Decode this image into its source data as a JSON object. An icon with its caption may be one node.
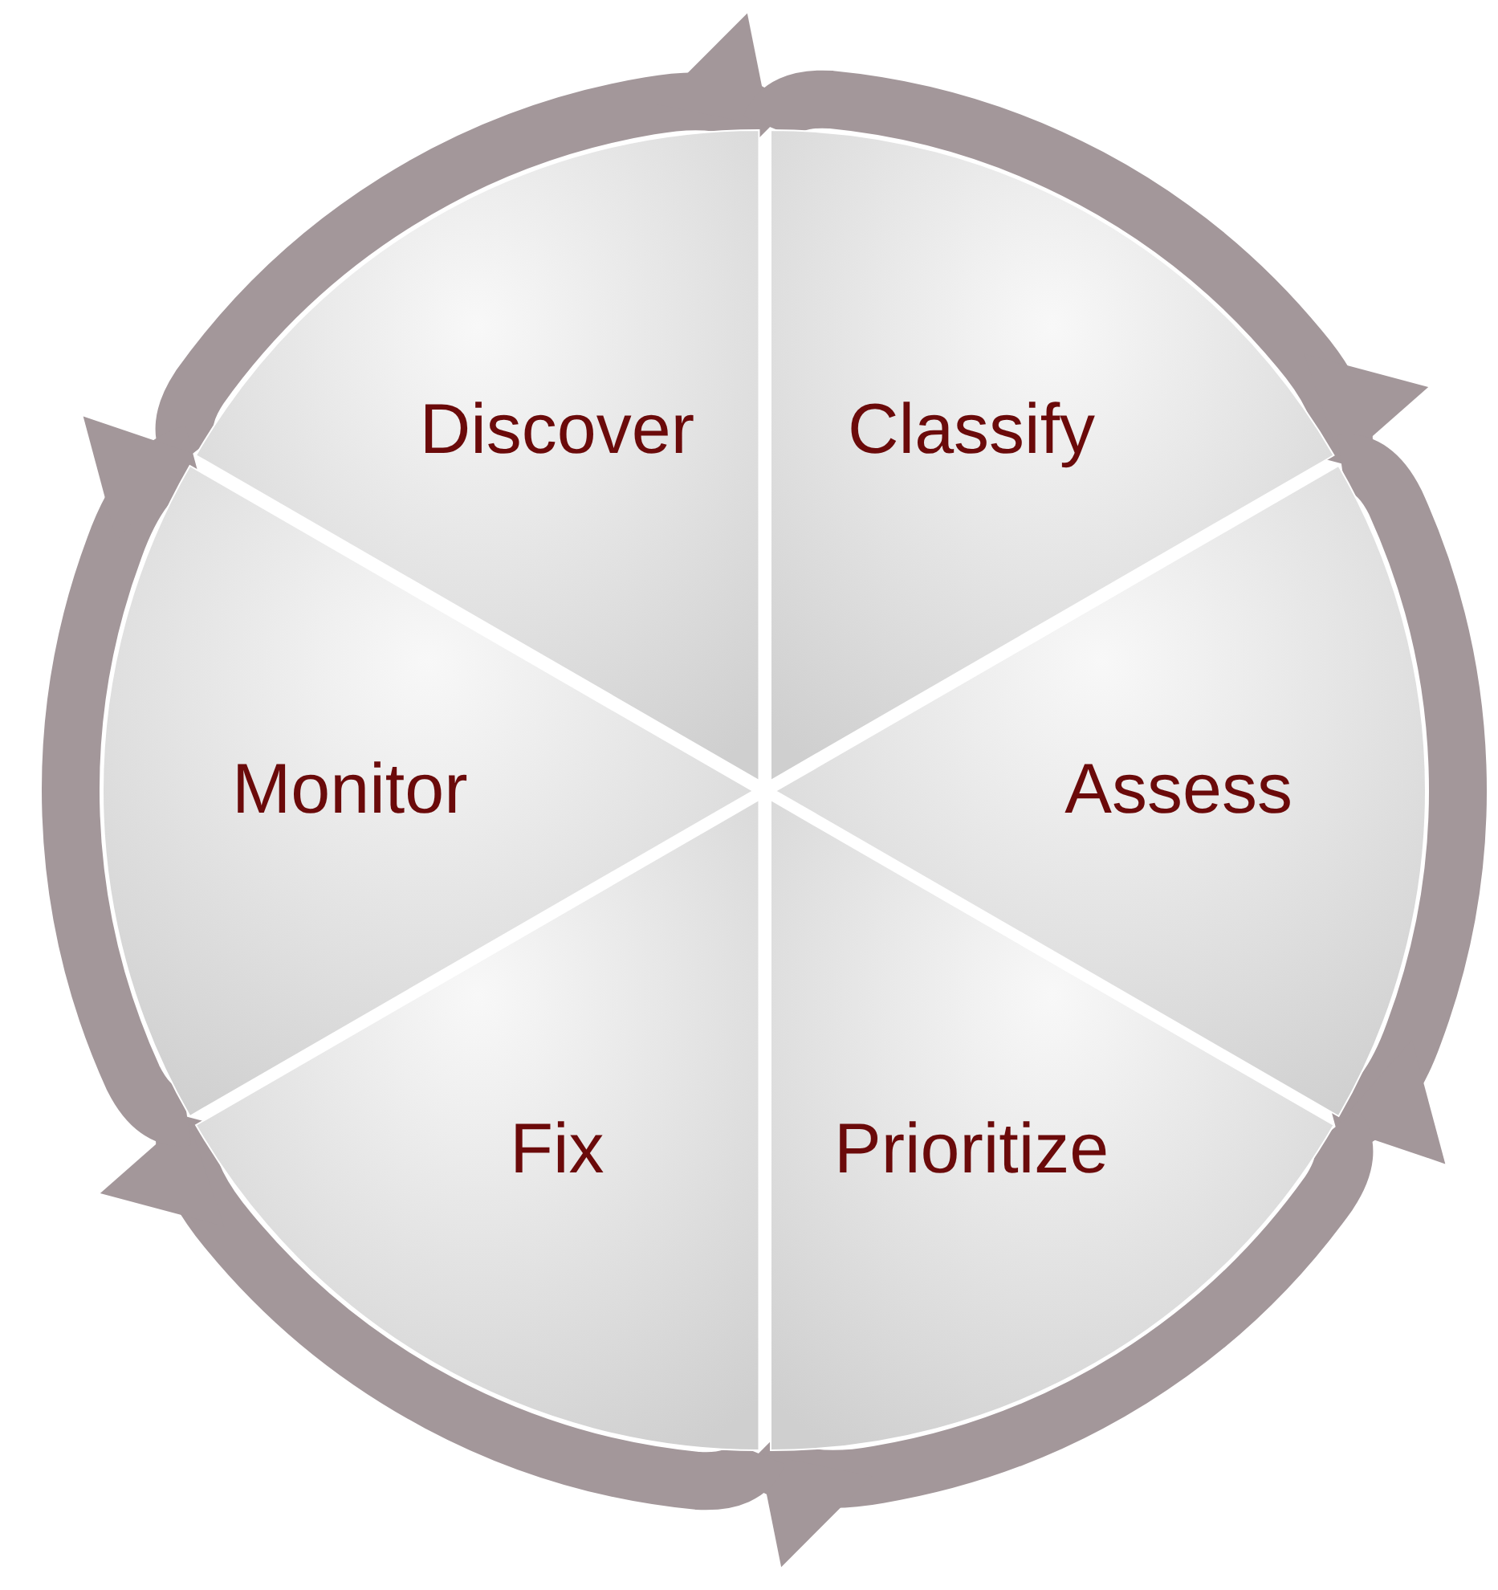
{
  "diagram": {
    "nodes": [
      {
        "text": [
          "Discover"
        ]
      },
      {
        "text": [
          "Classify"
        ]
      },
      {
        "text": [
          "Assess"
        ]
      },
      {
        "text": [
          "Prioritize"
        ]
      },
      {
        "text": [
          "Fix"
        ]
      },
      {
        "text": [
          "Monitor"
        ]
      }
    ],
    "edges": [
      {
        "from": 0,
        "to": 1,
        "arrow": "to"
      },
      {
        "from": 1,
        "to": 2,
        "arrow": "to"
      },
      {
        "from": 2,
        "to": 3,
        "arrow": "to"
      },
      {
        "from": 3,
        "to": 4,
        "arrow": "to"
      },
      {
        "from": 4,
        "to": 5,
        "arrow": "to"
      },
      {
        "from": 5,
        "to": 0,
        "arrow": "to"
      }
    ]
  }
}
